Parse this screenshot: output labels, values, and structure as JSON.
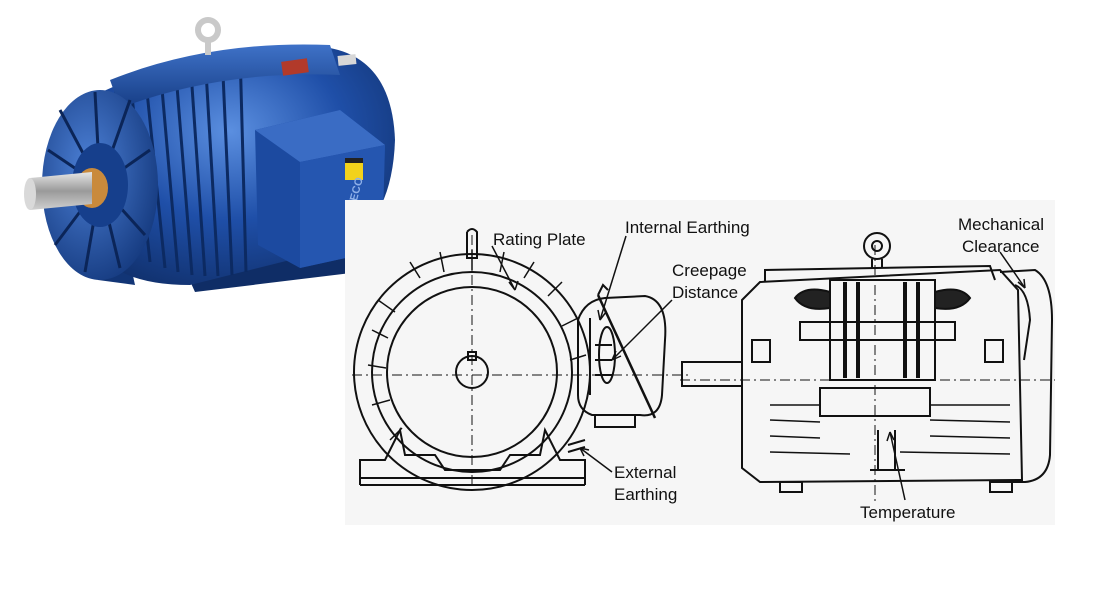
{
  "labels": {
    "rating_plate": "Rating Plate",
    "internal_earthing": "Internal Earthing",
    "creepage_line1": "Creepage",
    "creepage_line2": "Distance",
    "mechanical_line1": "Mechanical",
    "mechanical_line2": "Clearance",
    "external_line1": "External",
    "external_line2": "Earthing",
    "temperature": "Temperature"
  },
  "photo": {
    "brand_text": "TECO",
    "body_color": "#1f4fa8",
    "shadow_color": "#143a80",
    "highlight_color": "#4f84d8",
    "warning_label_color": "#f2d21b"
  }
}
